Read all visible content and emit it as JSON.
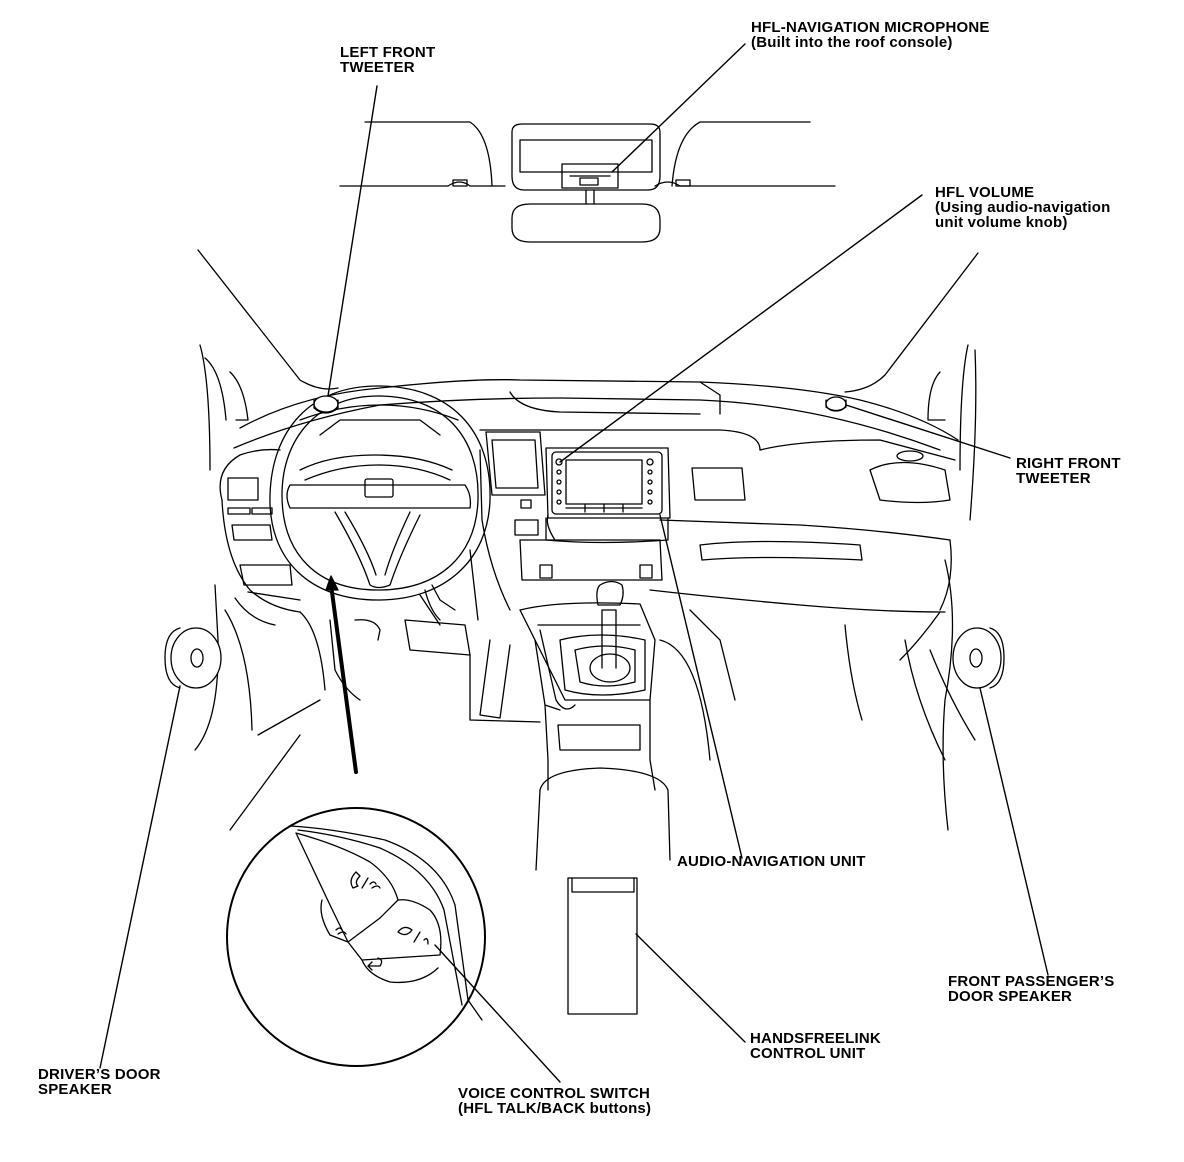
{
  "labels": {
    "hfl_microphone": {
      "line1": "HFL-NAVIGATION MICROPHONE",
      "line2": "(Built into the roof console)"
    },
    "left_front_tweeter": {
      "line1": "LEFT FRONT",
      "line2": "TWEETER"
    },
    "hfl_volume": {
      "line1": "HFL VOLUME",
      "line2": "(Using audio-navigation",
      "line3": "unit volume knob)"
    },
    "right_front_tweeter": {
      "line1": "RIGHT FRONT",
      "line2": "TWEETER"
    },
    "audio_navigation_unit": {
      "line1": "AUDIO-NAVIGATION UNIT"
    },
    "front_passenger_door_speaker": {
      "line1": "FRONT PASSENGER’S",
      "line2": "DOOR SPEAKER"
    },
    "handsfreelink_control_unit": {
      "line1": "HANDSFREELINK",
      "line2": "CONTROL UNIT"
    },
    "drivers_door_speaker": {
      "line1": "DRIVER’S DOOR",
      "line2": "SPEAKER"
    },
    "voice_control_switch": {
      "line1": "VOICE CONTROL SWITCH",
      "line2": "(HFL TALK/BACK buttons)"
    }
  }
}
